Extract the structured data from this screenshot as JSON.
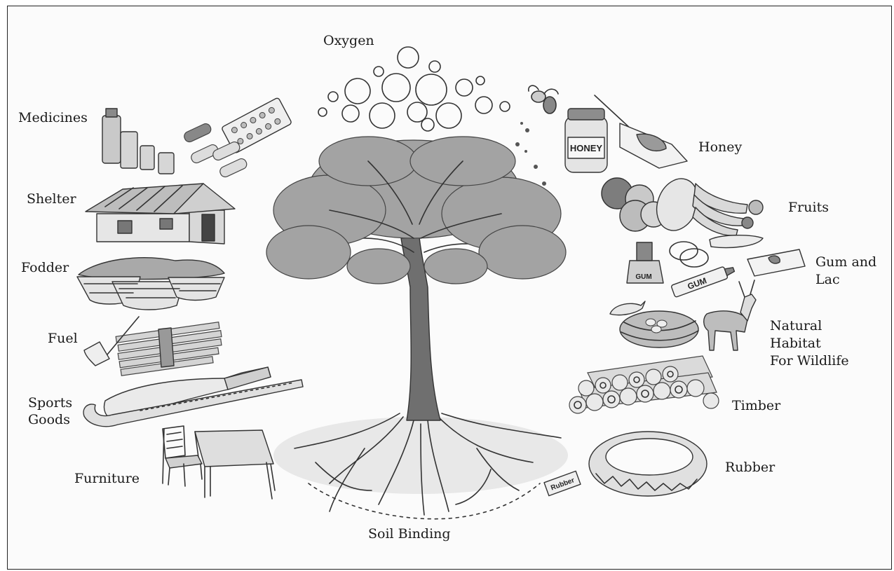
{
  "labels": {
    "oxygen": "Oxygen",
    "medicines": "Medicines",
    "shelter": "Shelter",
    "fodder": "Fodder",
    "fuel": "Fuel",
    "sports_goods": [
      "Sports",
      "Goods"
    ],
    "furniture": "Furniture",
    "soil_binding": "Soil Binding",
    "honey": "Honey",
    "fruits": "Fruits",
    "gum_and_lac": [
      "Gum and",
      "Lac"
    ],
    "natural_habitat": [
      "Natural",
      "Habitat",
      "For Wildlife"
    ],
    "timber": "Timber",
    "rubber": "Rubber"
  },
  "item_text": {
    "honey_jar": "HONEY",
    "gum_tube": "GUM",
    "gum_bottle": "GUM",
    "rubber_block": "Rubber"
  },
  "icons": {
    "oxygen": "oxygen-bubbles-icon",
    "medicines": "medicine-bottles-and-pills-icon",
    "shelter": "hut-icon",
    "fodder": "fodder-baskets-icon",
    "fuel": "axe-and-firewood-icon",
    "sports_goods": "bat-and-hockey-stick-icon",
    "furniture": "chair-and-table-icon",
    "soil_binding": "tree-roots-icon",
    "honey": "honey-jar-and-bee-icon",
    "fruits": "fruits-icon",
    "gum_and_lac": "gum-and-lac-icon",
    "natural_habitat": "bird-nest-and-deer-icon",
    "timber": "log-pile-icon",
    "rubber": "tyre-icon",
    "tree": "tree-icon"
  },
  "colors": {
    "ink": "#333333",
    "paper": "#fbfbfb",
    "foliage": "#9a9a9a",
    "trunk": "#6a6a6a"
  }
}
